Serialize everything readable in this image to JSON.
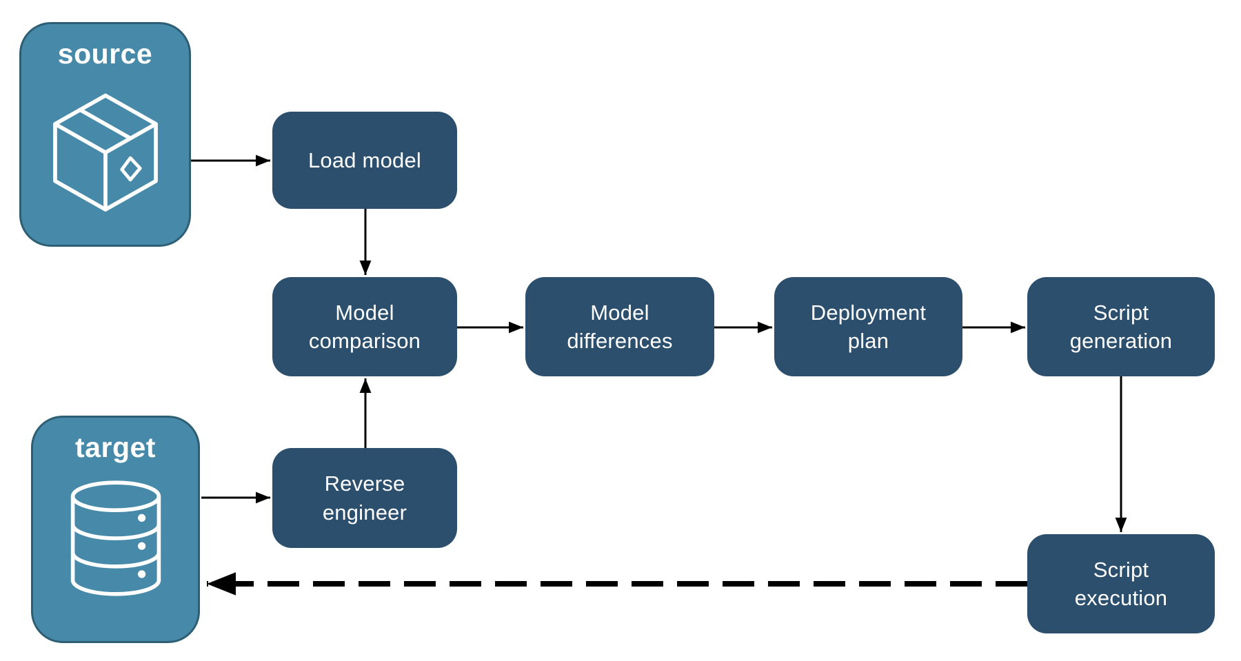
{
  "diagram": {
    "colors": {
      "background": "#FFFFFF",
      "process_fill": "#2B4F6D",
      "endpoint_fill": "#4689A8",
      "endpoint_border": "#2D5E74",
      "label_color": "#FFFFFF",
      "arrow": "#000000"
    },
    "nodes": {
      "source": {
        "label": "source",
        "type": "endpoint",
        "icon": "package-icon"
      },
      "target": {
        "label": "target",
        "type": "endpoint",
        "icon": "database-icon"
      },
      "load_model": {
        "label": "Load model",
        "type": "process"
      },
      "model_comparison": {
        "label": "Model\ncomparison",
        "type": "process"
      },
      "model_differences": {
        "label": "Model\ndifferences",
        "type": "process"
      },
      "deployment_plan": {
        "label": "Deployment\nplan",
        "type": "process"
      },
      "script_generation": {
        "label": "Script\ngeneration",
        "type": "process"
      },
      "reverse_engineer": {
        "label": "Reverse\nengineer",
        "type": "process"
      },
      "script_execution": {
        "label": "Script\nexecution",
        "type": "process"
      }
    },
    "edges": [
      {
        "from": "source",
        "to": "load_model",
        "style": "solid"
      },
      {
        "from": "load_model",
        "to": "model_comparison",
        "style": "solid"
      },
      {
        "from": "model_comparison",
        "to": "model_differences",
        "style": "solid"
      },
      {
        "from": "model_differences",
        "to": "deployment_plan",
        "style": "solid"
      },
      {
        "from": "deployment_plan",
        "to": "script_generation",
        "style": "solid"
      },
      {
        "from": "target",
        "to": "reverse_engineer",
        "style": "solid"
      },
      {
        "from": "reverse_engineer",
        "to": "model_comparison",
        "style": "solid"
      },
      {
        "from": "script_generation",
        "to": "script_execution",
        "style": "solid"
      },
      {
        "from": "script_execution",
        "to": "target",
        "style": "dashed"
      }
    ]
  }
}
